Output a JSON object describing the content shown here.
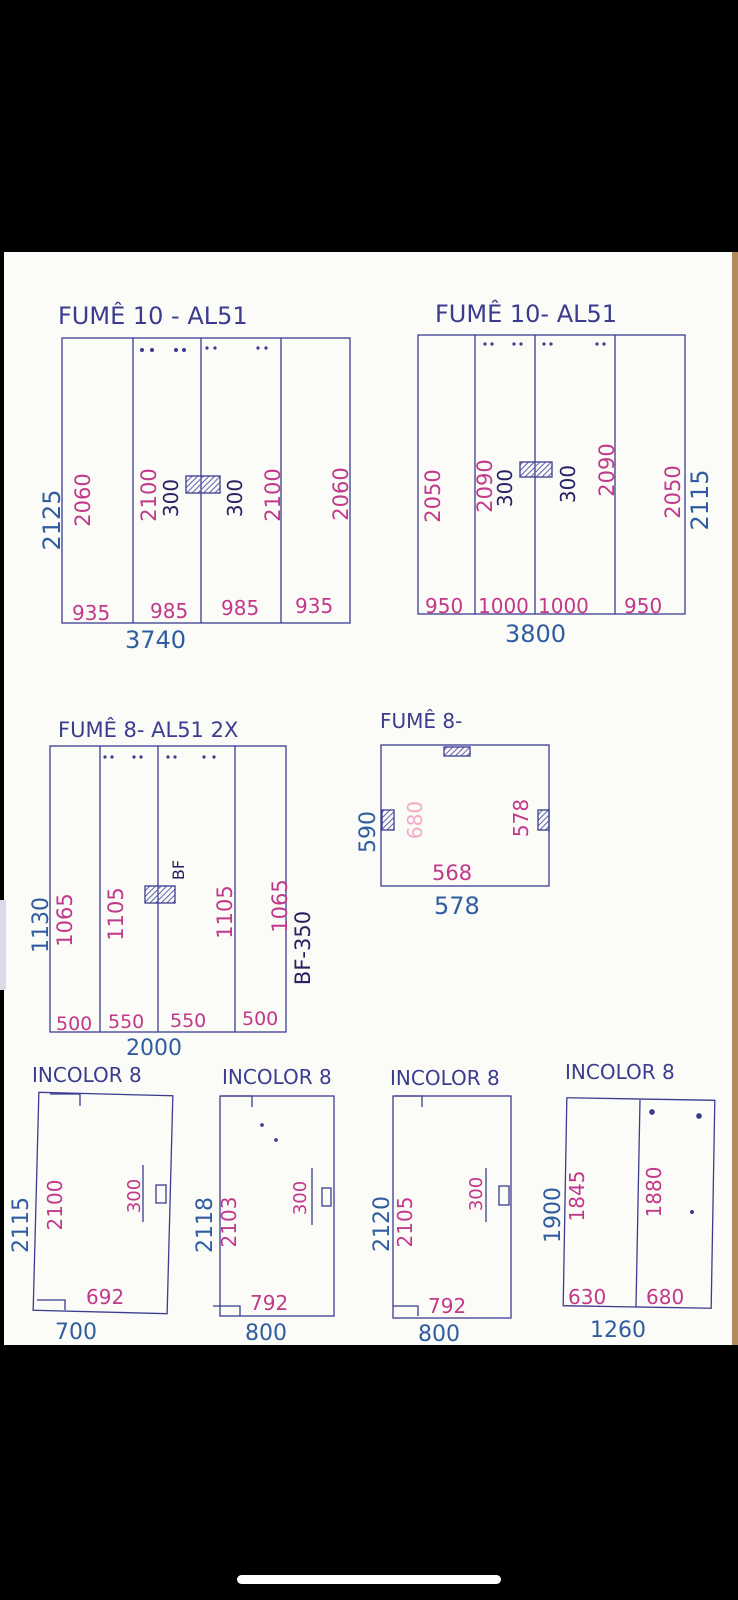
{
  "colors": {
    "ink_blue": "#3b3c8f",
    "pen_blue": "#2f5d9f",
    "pink": "#c2388a",
    "light_pink": "#f4a9c8",
    "dark": "#262262",
    "paper": "#fbfbf8",
    "hatch": "#5e5fae"
  },
  "sheets": [
    {
      "title": "FUMÊ 10 - AL51",
      "height": "2125",
      "panels": [
        {
          "height": "2060",
          "width": "935"
        },
        {
          "height": "2100",
          "width": "985",
          "extra": "300"
        },
        {
          "height": "2100",
          "width": "985",
          "extra": "300"
        },
        {
          "height": "2060",
          "width": "935"
        }
      ],
      "total_width": "3740"
    },
    {
      "title": "FUMÊ 10- AL51",
      "height": "2115",
      "panels": [
        {
          "height": "2050",
          "width": "950"
        },
        {
          "height": "2090",
          "width": "1000",
          "extra": "300"
        },
        {
          "height": "2090",
          "width": "1000",
          "extra": "300"
        },
        {
          "height": "2050",
          "width": "950"
        }
      ],
      "total_width": "3800"
    },
    {
      "title": "FUMÊ 8- AL51 2X",
      "height": "1130",
      "panels": [
        {
          "height": "1065",
          "width": "500"
        },
        {
          "height": "1105",
          "width": "550"
        },
        {
          "height": "1105",
          "width": "550",
          "note": "BF"
        },
        {
          "height": "1065",
          "width": "500"
        }
      ],
      "total_width": "2000",
      "side_note": "BF-350"
    },
    {
      "title": "FUMÊ 8-",
      "height": "590",
      "inner_height": "680",
      "inner_right": "578",
      "inner_width": "568",
      "total_width": "578"
    },
    {
      "title": "INCOLOR 8",
      "height": "2115",
      "inner_height": "2100",
      "extra": "300",
      "inner_width": "692",
      "total_width": "700"
    },
    {
      "title": "INCOLOR 8",
      "height": "2118",
      "inner_height": "2103",
      "extra": "300",
      "inner_width": "792",
      "total_width": "800"
    },
    {
      "title": "INCOLOR 8",
      "height": "2120",
      "inner_height": "2105",
      "extra": "300",
      "inner_width": "792",
      "total_width": "800"
    },
    {
      "title": "INCOLOR 8",
      "height": "1900",
      "panels": [
        {
          "height": "1845",
          "width": "630"
        },
        {
          "height": "1880",
          "width": "680"
        }
      ],
      "total_width": "1260"
    }
  ]
}
